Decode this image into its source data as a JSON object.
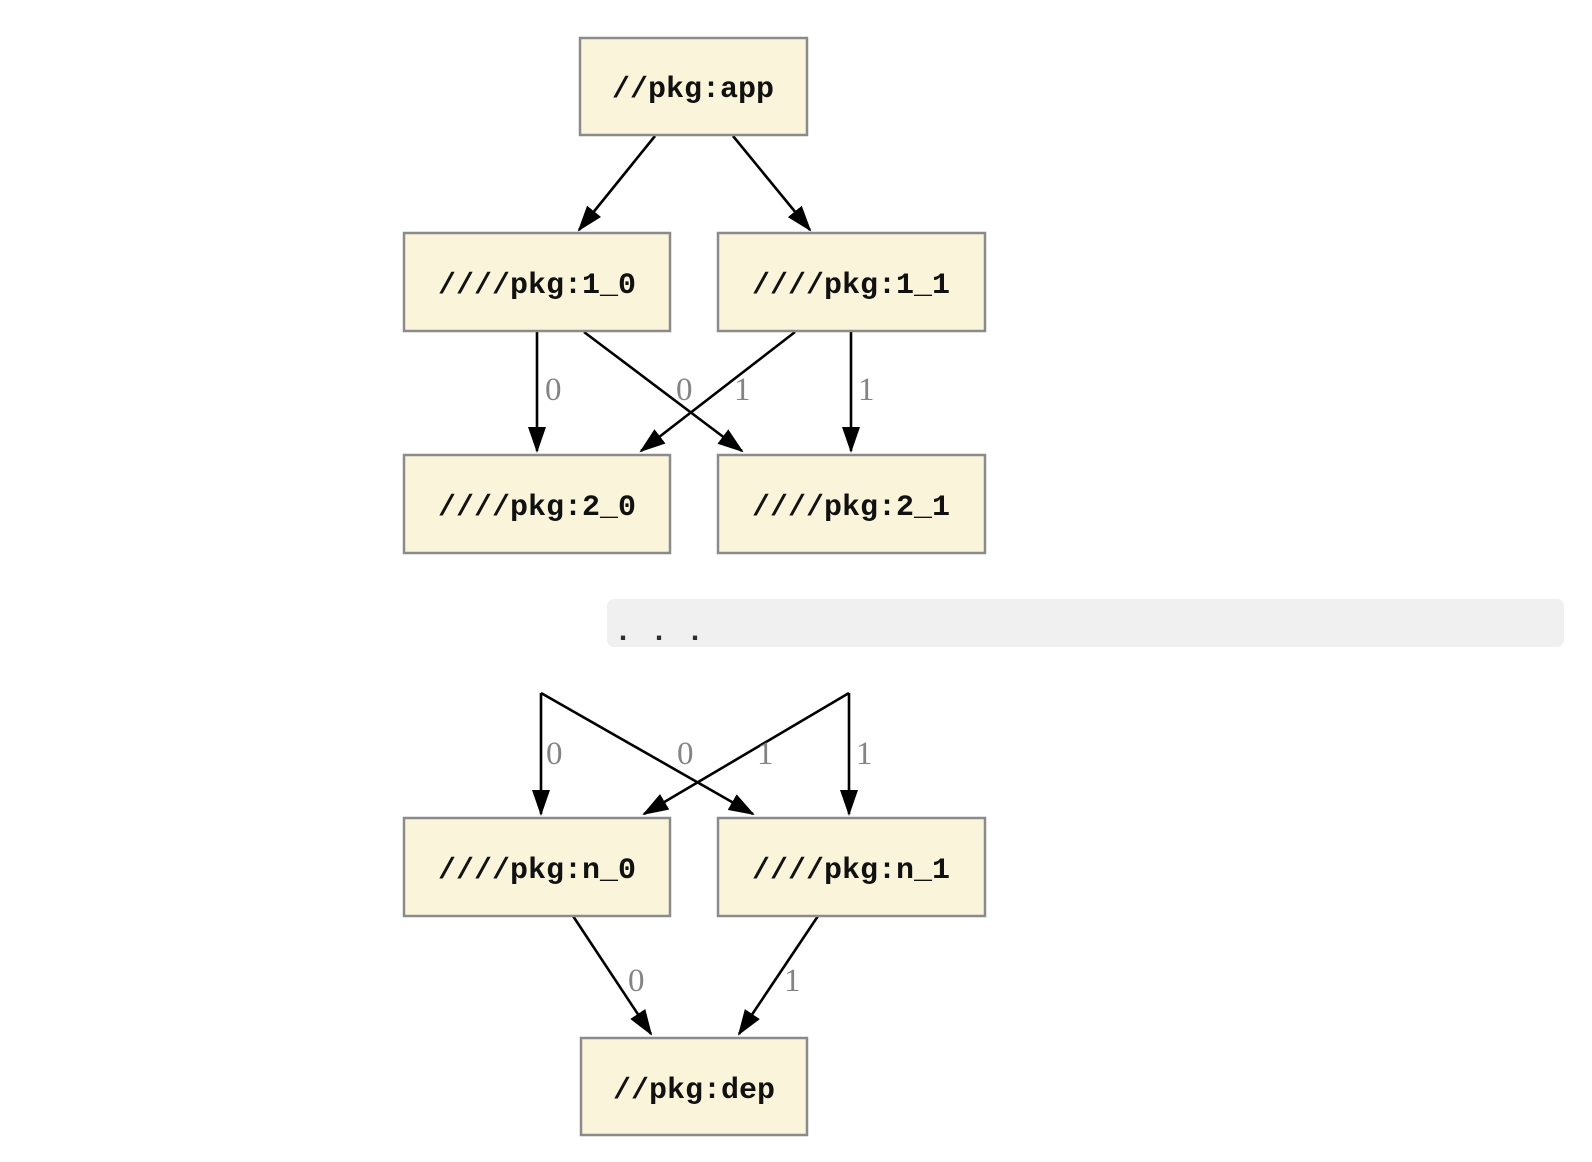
{
  "diagram": {
    "description": "package dependency graph",
    "colors": {
      "page_bg": "#ffffff",
      "node_fill": "#faf4db",
      "node_border": "#8b8b8b",
      "node_text": "#111111",
      "edge_color": "#000000",
      "edge_label_color": "#848484",
      "bar_bg": "#f0f0f0",
      "dots_color": "#2f2f2f"
    },
    "nodes": {
      "app": {
        "label": "//pkg:app"
      },
      "l1_0": {
        "label": "////pkg:1_0"
      },
      "l1_1": {
        "label": "////pkg:1_1"
      },
      "l2_0": {
        "label": "////pkg:2_0"
      },
      "l2_1": {
        "label": "////pkg:2_1"
      },
      "ln_0": {
        "label": "////pkg:n_0"
      },
      "ln_1": {
        "label": "////pkg:n_1"
      },
      "dep": {
        "label": "//pkg:dep"
      }
    },
    "edge_labels": {
      "e_1_0__2_0": "0",
      "e_1_0__2_1": "0",
      "e_1_1__2_0": "1",
      "e_1_1__2_1": "1",
      "e_h0__n_0": "0",
      "e_h0__n_1": "0",
      "e_h1__n_0": "1",
      "e_h1__n_1": "1",
      "e_n_0__dep": "0",
      "e_n_1__dep": "1"
    },
    "ellipsis": ". . ."
  }
}
